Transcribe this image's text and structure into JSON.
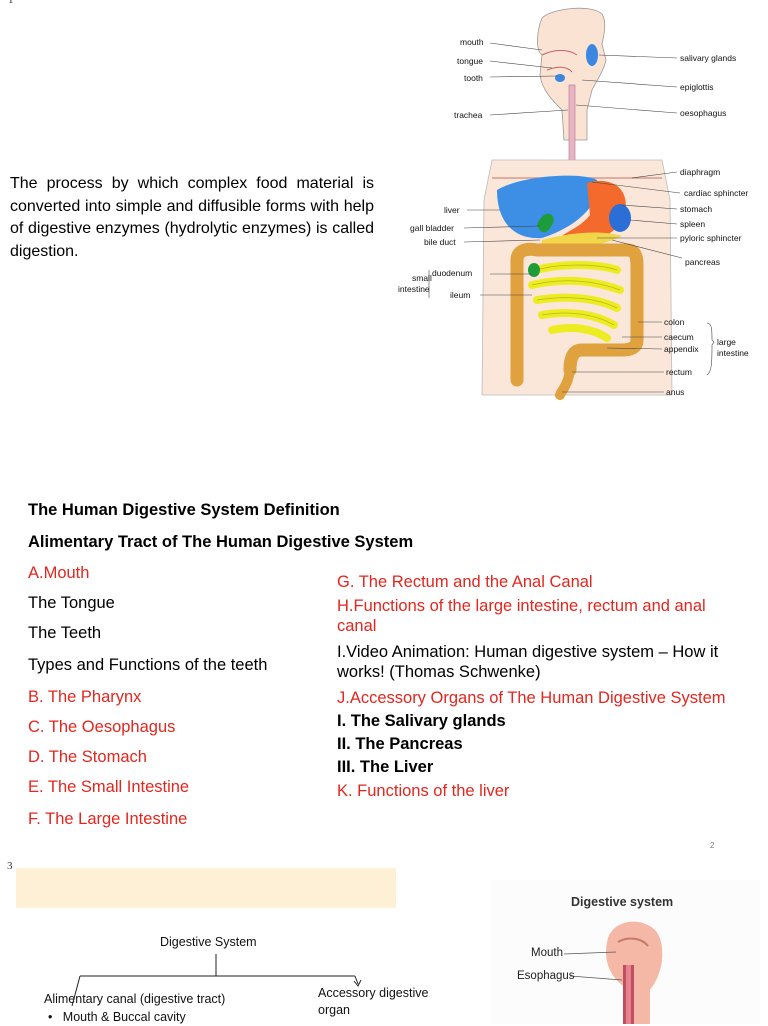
{
  "page1": {
    "page_number": "1",
    "definition_text": "The process by which complex food material is converted into simple and diffusible forms with help of digestive enzymes (hydrolytic enzymes) is called digestion.",
    "diagram_labels": {
      "mouth": "mouth",
      "tongue": "tongue",
      "tooth": "tooth",
      "trachea": "trachea",
      "salivary_glands": "salivary glands",
      "epiglottis": "epiglottis",
      "oesophagus": "oesophagus",
      "diaphragm": "diaphragm",
      "cardiac_sphincter": "cardiac sphincter",
      "stomach": "stomach",
      "spleen": "spleen",
      "pyloric_sphincter": "pyloric sphincter",
      "pancreas": "pancreas",
      "liver": "liver",
      "gall_bladder": "gall bladder",
      "bile_duct": "bile duct",
      "small": "small",
      "intestine": "intestine",
      "duodenum": "duodenum",
      "ileum": "ileum",
      "colon": "colon",
      "caecum": "caecum",
      "appendix": "appendix",
      "large": "large",
      "large_intestine": "intestine",
      "rectum": "rectum",
      "anus": "anus"
    }
  },
  "page2": {
    "page_number": "2",
    "left_items": [
      {
        "text": "The Human Digestive System Definition",
        "style": "bold"
      },
      {
        "text": "Alimentary Tract of The Human Digestive System",
        "style": "bold"
      },
      {
        "text": "A.Mouth",
        "style": "red"
      },
      {
        "text": "The Tongue",
        "style": "normal"
      },
      {
        "text": "The Teeth",
        "style": "normal"
      },
      {
        "text": "Types and Functions of the teeth",
        "style": "normal"
      },
      {
        "text": "B. The Pharynx",
        "style": "red"
      },
      {
        "text": "C. The Oesophagus",
        "style": "red"
      },
      {
        "text": "D. The Stomach",
        "style": "red"
      },
      {
        "text": "E. The Small Intestine",
        "style": "red"
      },
      {
        "text": "F. The Large Intestine",
        "style": "red"
      }
    ],
    "right_items": [
      {
        "text": "G. The Rectum and the Anal Canal",
        "style": "red"
      },
      {
        "text": "H.Functions of the large intestine, rectum and anal canal",
        "style": "red"
      },
      {
        "text": "I.Video Animation: Human  digestive system – How it works! (Thomas Schwenke)",
        "style": "normal"
      },
      {
        "text": "J.Accessory Organs of The Human Digestive System",
        "style": "red"
      },
      {
        "text": "I. The Salivary glands",
        "style": "bold"
      },
      {
        "text": "II. The Pancreas",
        "style": "bold"
      },
      {
        "text": "III. The Liver",
        "style": "bold"
      },
      {
        "text": "K. Functions of the liver",
        "style": "red"
      }
    ]
  },
  "page3": {
    "page_number": "3",
    "org_chart": {
      "root": "Digestive System",
      "left_child": "Alimentary canal (digestive tract)",
      "left_bullet": "Mouth & Buccal cavity",
      "right_child": "Accessory digestive organ"
    },
    "figure": {
      "title": "Digestive system",
      "labels": [
        "Mouth",
        "Esophagus"
      ]
    }
  },
  "colors": {
    "red_heading": "#e3261e",
    "banner": "#fdf0d7",
    "liver": "#3d8fe6",
    "stomach": "#f36a2c",
    "colon": "#e0a13f",
    "small_intestine": "#ecec21",
    "spleen": "#2b6fd6",
    "pancreas": "#f2d64a"
  }
}
